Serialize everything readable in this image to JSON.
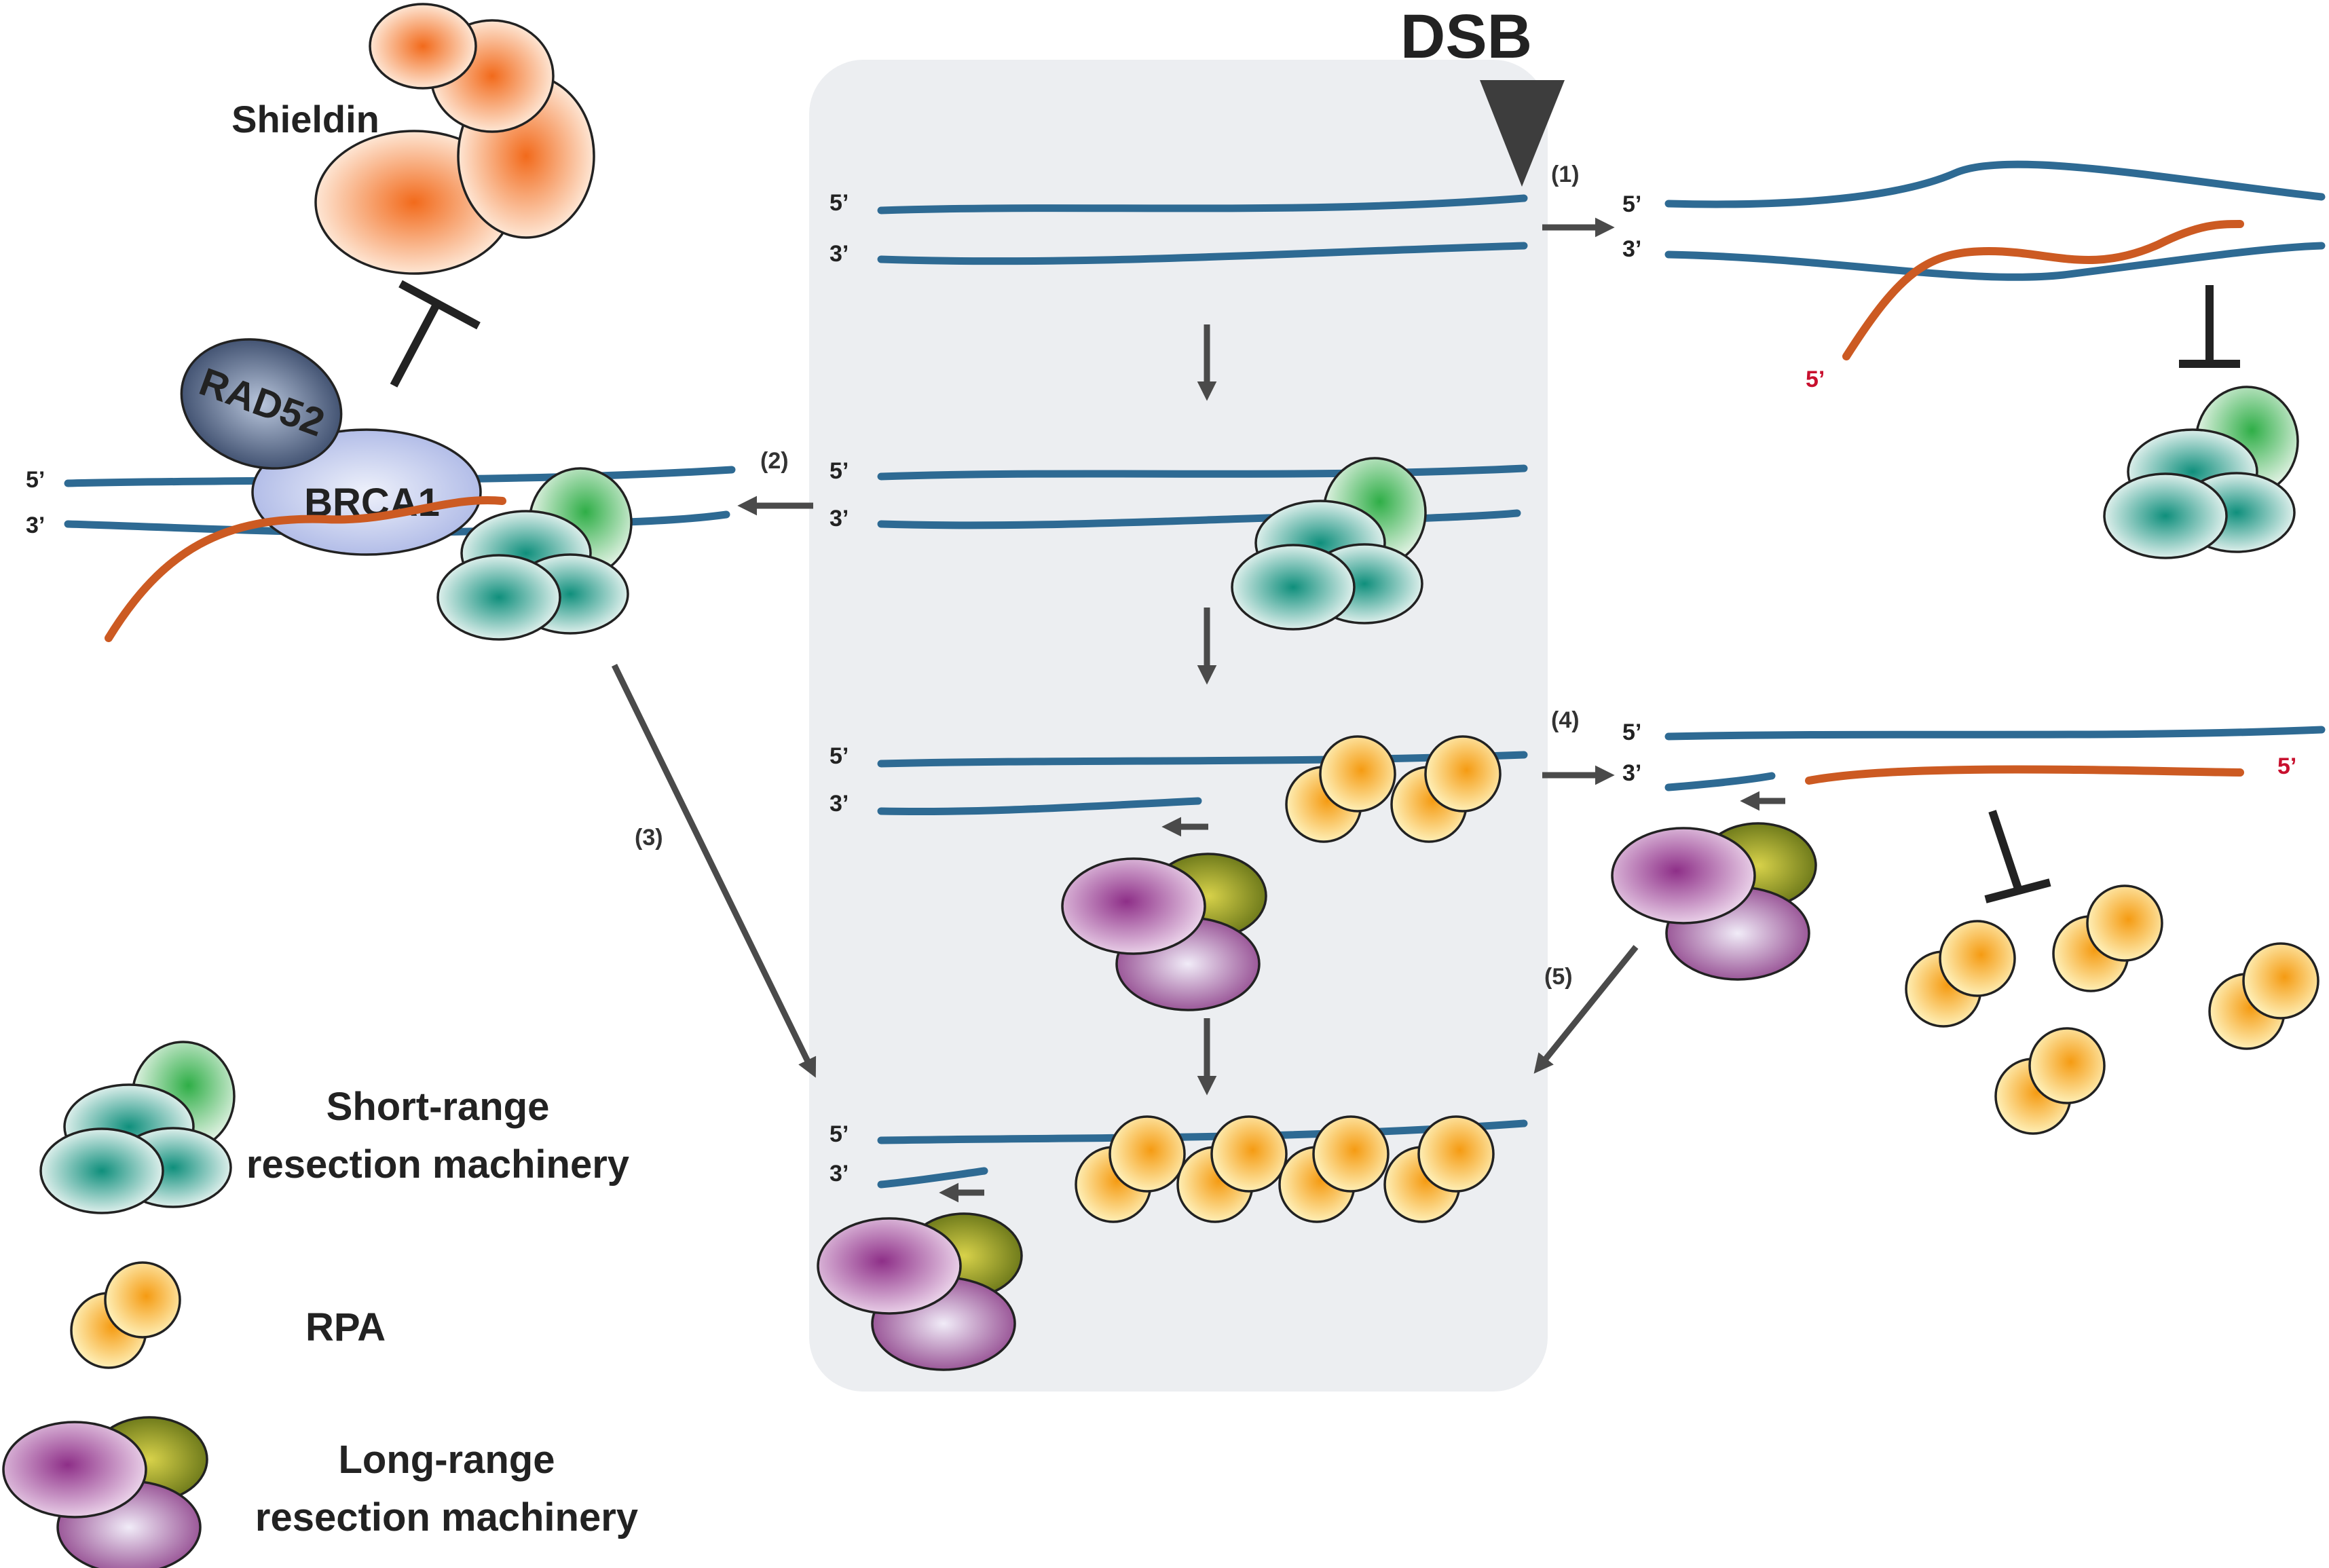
{
  "title": "DSB",
  "labels": {
    "shieldin": "Shieldin",
    "rad52": "RAD52",
    "brca1": "BRCA1",
    "five_prime": "5’",
    "three_prime": "3’"
  },
  "steps": {
    "s1": "(1)",
    "s2": "(2)",
    "s3": "(3)",
    "s4": "(4)",
    "s5": "(5)"
  },
  "legend": {
    "short_range_line1": "Short-range",
    "short_range_line2": "resection machinery",
    "rpa": "RPA",
    "long_range_line1": "Long-range",
    "long_range_line2": "resection machinery"
  },
  "colors": {
    "dna": "#2e6a93",
    "rna": "#cc5a22",
    "panel": "#eceef1",
    "shieldin": "#f47a26",
    "short_range": "#1e9a86",
    "short_range_top": "#3cb24f",
    "rpa": "#f5a623",
    "long_range": "#9b3f96",
    "long_range_small": "#8a9a1a",
    "highlight_5prime": "#c8102e"
  }
}
